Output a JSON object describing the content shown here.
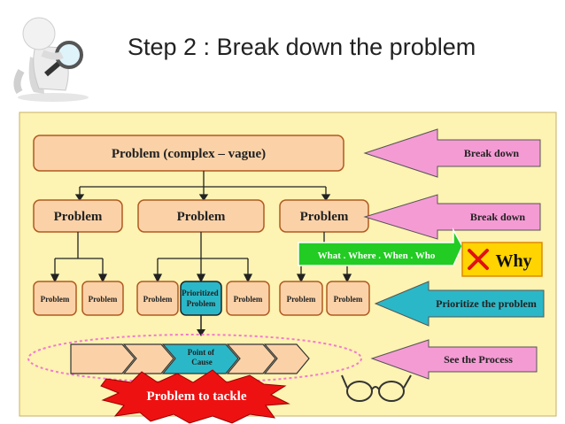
{
  "slide": {
    "title": "Step 2 : Break down the problem"
  },
  "diagram": {
    "top_box": "Problem (complex – vague)",
    "level2": [
      "Problem",
      "Problem",
      "Problem"
    ],
    "level3": [
      "Problem",
      "Problem",
      "Problem",
      "Prioritized Problem",
      "Problem",
      "Problem",
      "Problem"
    ],
    "arrows": {
      "break_down_1": "Break down",
      "break_down_2": "Break down",
      "prioritize": "Prioritize the problem",
      "see_process": "See the Process"
    },
    "callout": "What . Where . When . Who",
    "why_label": "Why",
    "point_of_cause": "Point of Cause",
    "problem_to_tackle": "Problem to tackle"
  },
  "colors": {
    "panel_bg": "#fdf3b2",
    "box_fill": "#fbd2a8",
    "pink_arrow": "#f49bd4",
    "cyan": "#2ab8c8",
    "green_callout": "#22cc22",
    "red_burst": "#ee1111",
    "why_bg": "#ffd400"
  }
}
